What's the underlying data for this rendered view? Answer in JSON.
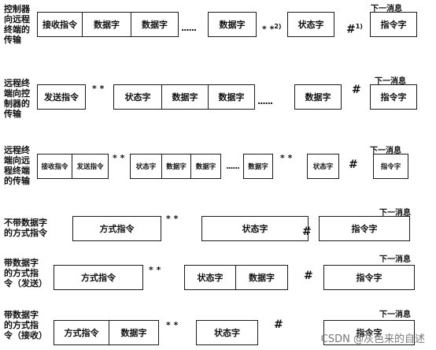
{
  "rows": [
    {
      "label": [
        "控制器",
        "向远程",
        "终端的",
        "传输"
      ],
      "boxes": [
        "接收指令",
        "数据字",
        "数据字",
        "数据字",
        "状态字"
      ],
      "dots": "......",
      "stars": "* *",
      "star_note": "2)",
      "hash": "#",
      "hash_note": "1)",
      "next_label": "下一消息",
      "next_box": "指令字"
    },
    {
      "label": [
        "远程终",
        "端向控",
        "制器的",
        "传输"
      ],
      "boxes": [
        "发送指令",
        "状态字",
        "数据字",
        "数据字",
        "数据字"
      ],
      "dots": "......",
      "stars": "* *",
      "hash": "#",
      "next_label": "下一消息",
      "next_box": "指令字"
    },
    {
      "label": [
        "远程终",
        "端向远",
        "程终端",
        "的传输"
      ],
      "boxes": [
        "接收指令",
        "发送指令",
        "状态字",
        "数据字",
        "数据字",
        "数据字",
        "状态字"
      ],
      "dots": "......",
      "stars1": "* *",
      "stars2": "* *",
      "hash": "#",
      "next_label": "下一消息",
      "next_box": "指令字"
    },
    {
      "label": [
        "不带数据字",
        "的方式指令"
      ],
      "boxes": [
        "方式指令",
        "状态字"
      ],
      "stars": "* *",
      "hash": "#",
      "next_label": "下一消息",
      "next_box": "指令字"
    },
    {
      "label": [
        "带数据字",
        "的方式指",
        "令（发送）"
      ],
      "boxes": [
        "方式指令",
        "状态字",
        "数据字"
      ],
      "stars": "* *",
      "hash": "#",
      "next_label": "下一消息",
      "next_box": "指令字"
    },
    {
      "label": [
        "带数据字",
        "的方式指",
        "令（接收）"
      ],
      "boxes": [
        "方式指令",
        "数据字",
        "状态字"
      ],
      "stars": "* *",
      "hash": "#",
      "next_label": "下一消息",
      "next_box": "指令字"
    }
  ],
  "watermark": "CSDN @灰色来的自述"
}
